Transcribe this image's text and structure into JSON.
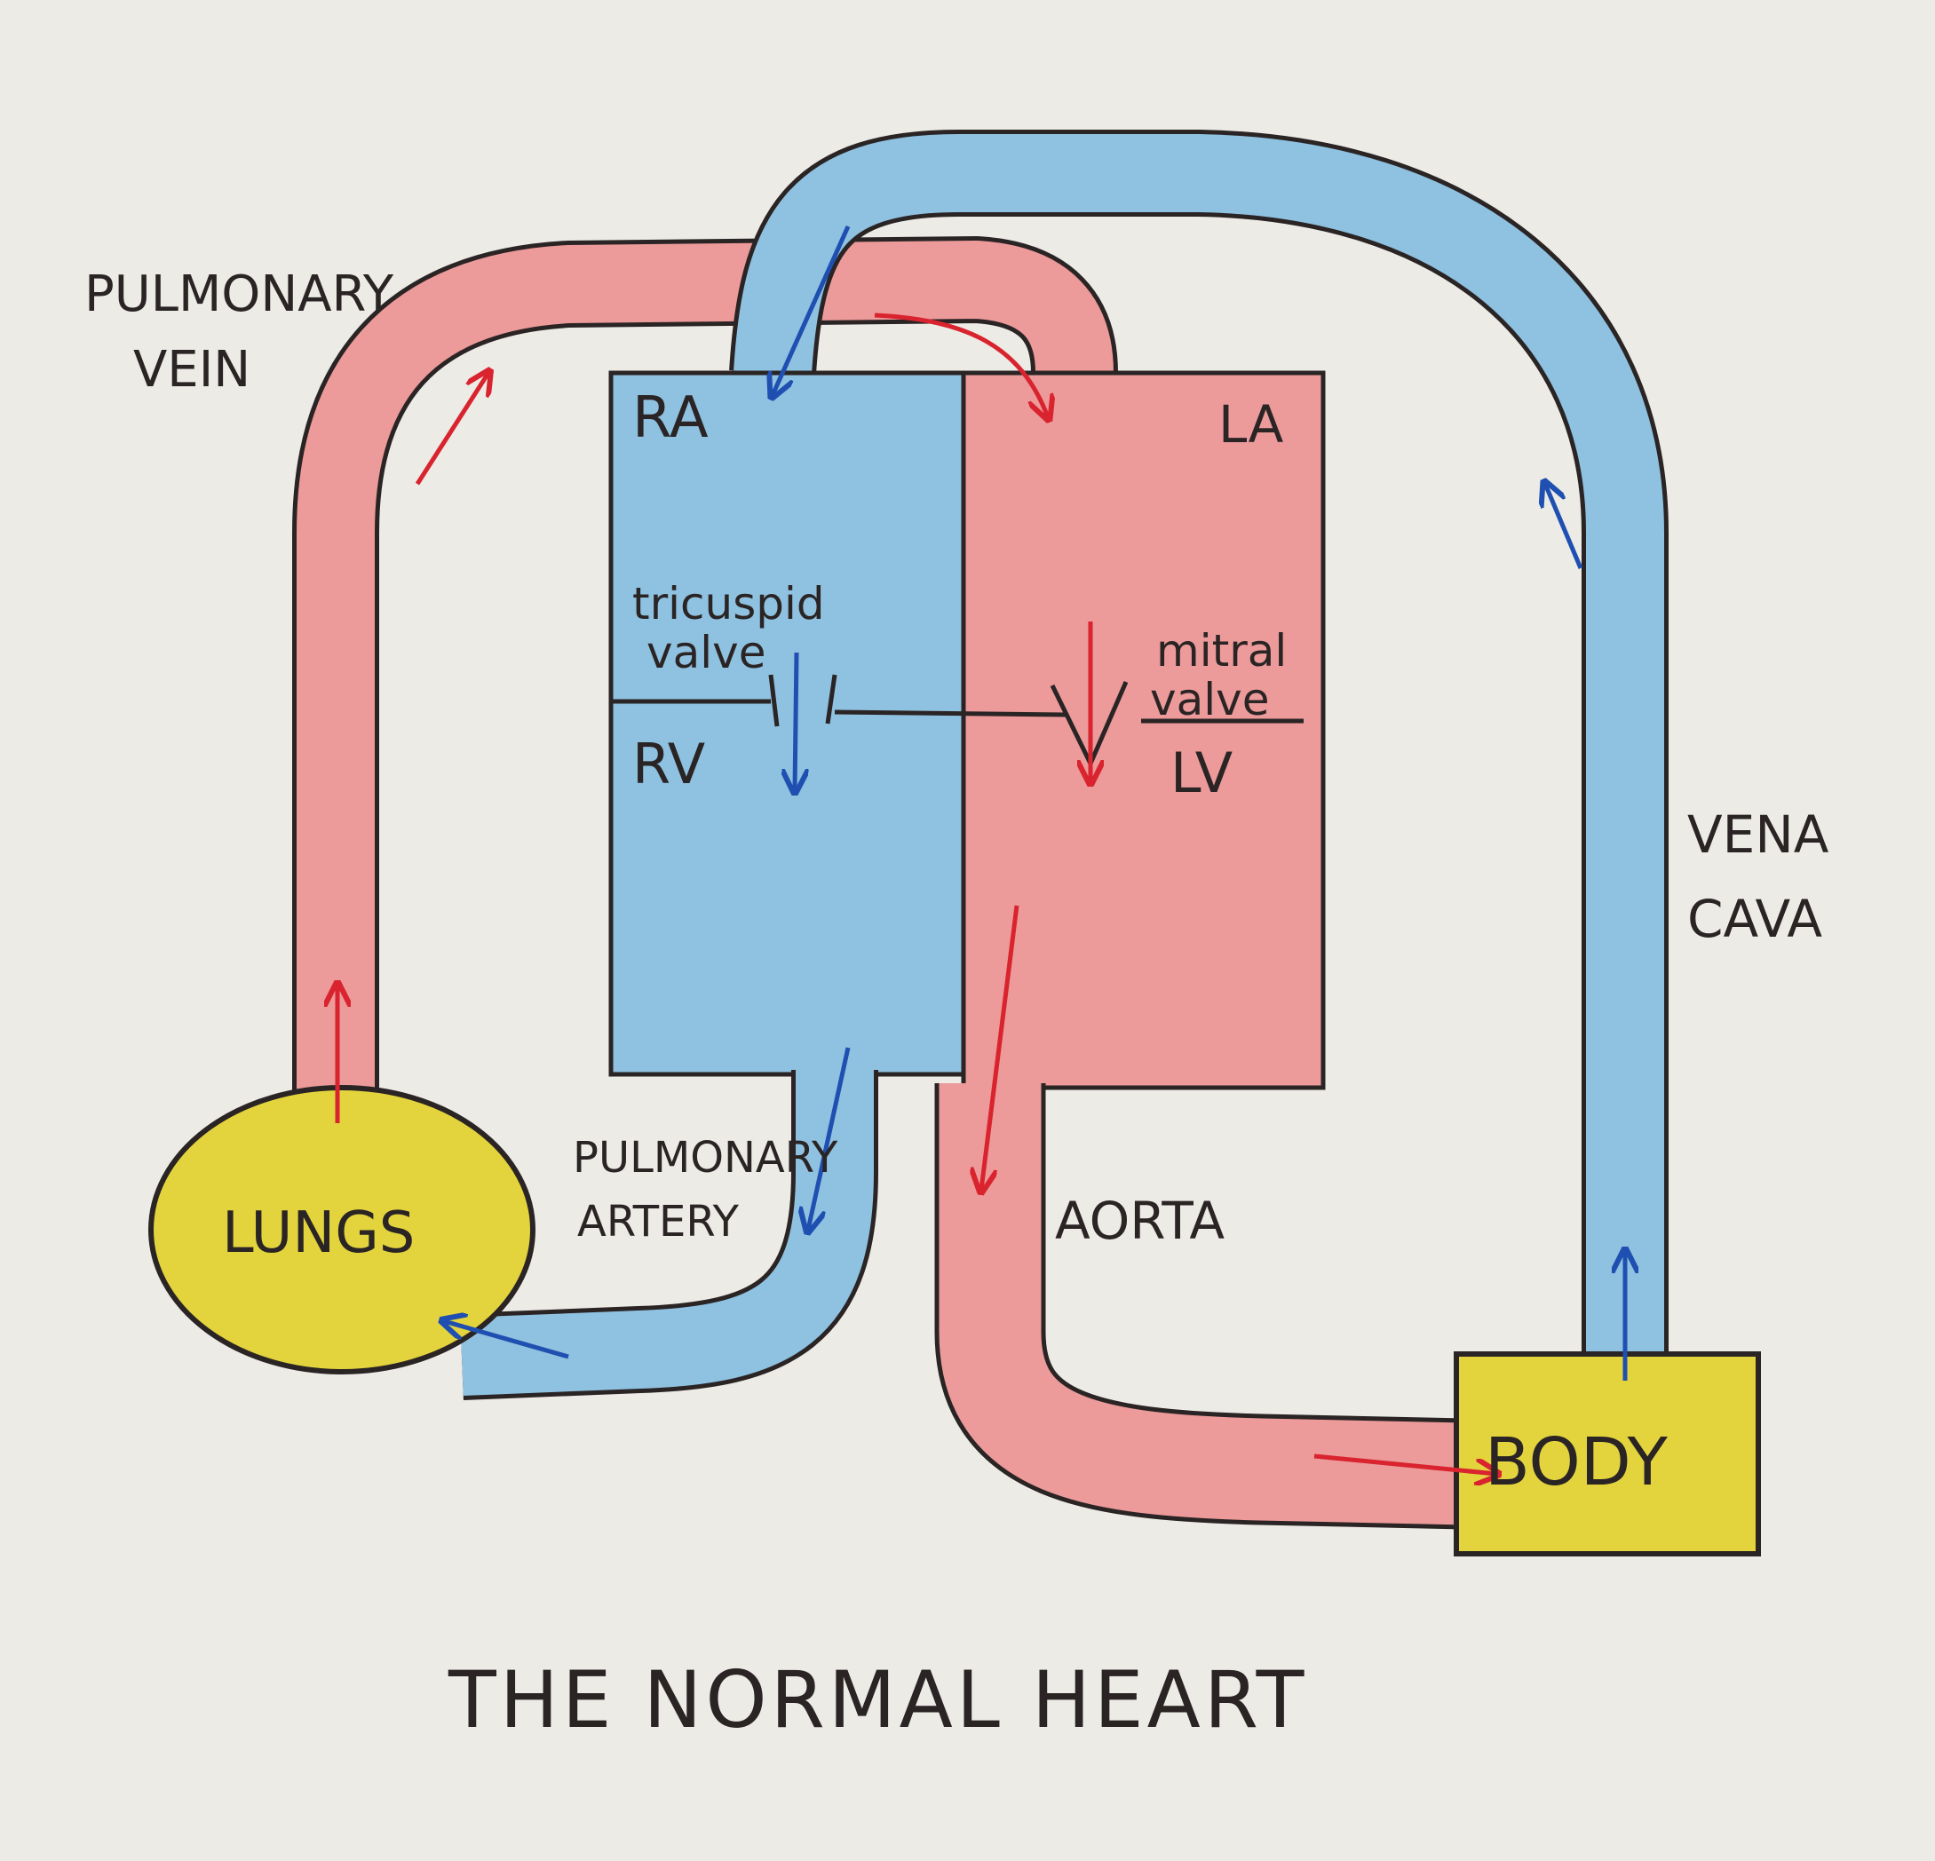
{
  "labels": {
    "pulmonary_vein_1": "PULMONARY",
    "pulmonary_vein_2": "VEIN",
    "ra": "RA",
    "la": "LA",
    "rv": "RV",
    "lv": "LV",
    "tricuspid_1": "tricuspid",
    "tricuspid_2": "valve",
    "mitral_1": "mitral",
    "mitral_2": "valve",
    "vena_cava_1": "VENA",
    "vena_cava_2": "CAVA",
    "pulmonary_artery_1": "PULMONARY",
    "pulmonary_artery_2": "ARTERY",
    "aorta": "AORTA",
    "lungs": "LUNGS",
    "body": "BODY",
    "title": "THE NORMAL HEART"
  },
  "colors": {
    "paper": "#ecebe6",
    "oxygenated": "#ec9a9a",
    "deoxygenated": "#8fc1e0",
    "organ": "#e3d43e",
    "outline": "#2a2424",
    "red_arrow": "#d9232e",
    "blue_arrow": "#1f4fb0"
  }
}
